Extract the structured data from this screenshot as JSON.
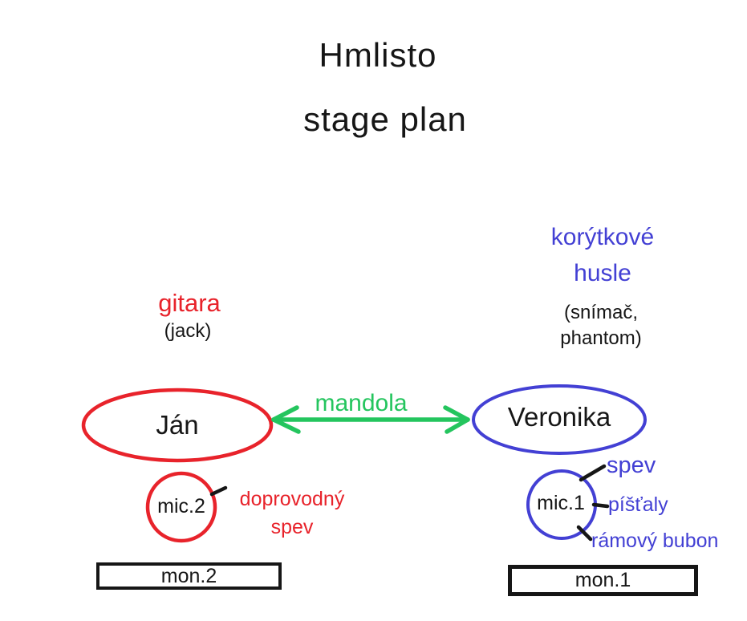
{
  "title": {
    "line1": "Hmlisto",
    "line2": "stage plan"
  },
  "center": {
    "shared_instrument_label": "mandola"
  },
  "left": {
    "performer_name": "Ján",
    "instrument_label": "gitara",
    "instrument_note": "(jack)",
    "mic_label": "mic.2",
    "mic_source": "doprovodný spev",
    "monitor_label": "mon.2"
  },
  "right": {
    "performer_name": "Veronika",
    "instrument_label": "korýtkové husle",
    "instrument_note": "(snímač, phantom)",
    "mic_label": "mic.1",
    "mic_sources": [
      "spev",
      "píšťaly",
      "rámový bubon"
    ],
    "monitor_label": "mon.1"
  },
  "colors": {
    "red": "#e8232b",
    "blue": "#4340d4",
    "green": "#24c55e",
    "ink": "#161616"
  }
}
